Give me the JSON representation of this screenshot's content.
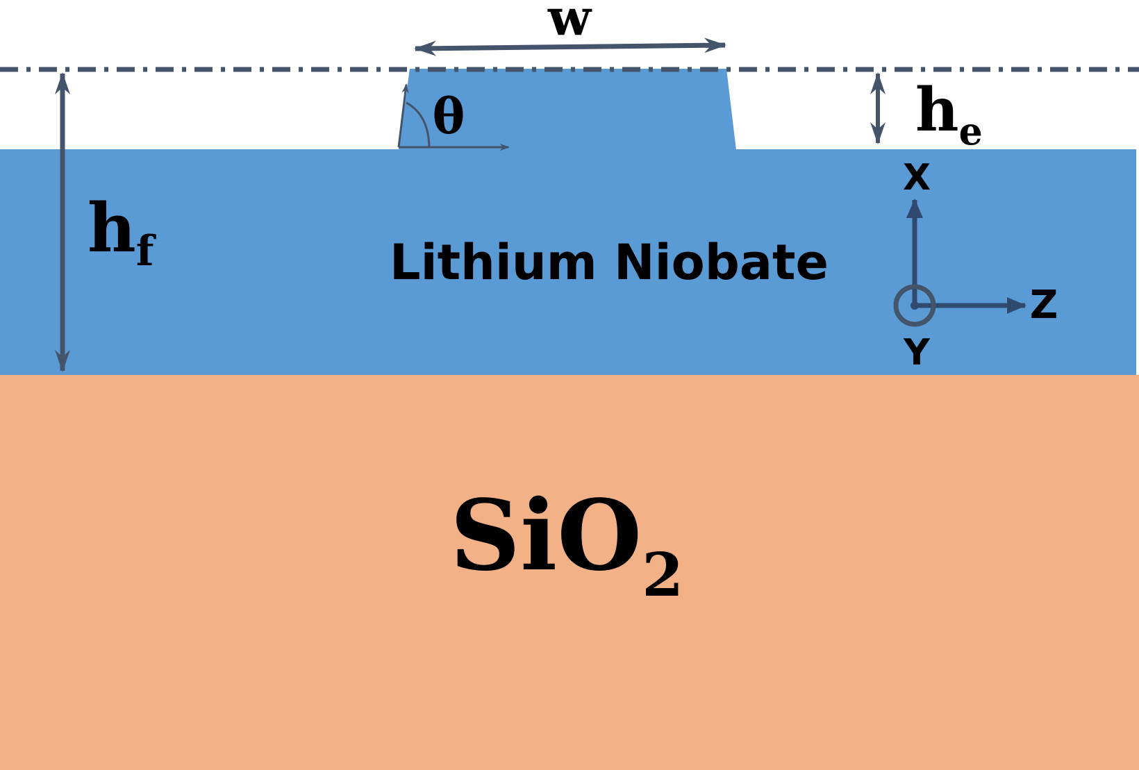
{
  "colors": {
    "substrate": "#f2b187",
    "film": "#5b9bd5",
    "annotation": "#44546a",
    "axes": "#2f4a6e",
    "text": "#000000"
  },
  "layers": {
    "film_label": "Lithium Niobate",
    "substrate_label_main": "SiO",
    "substrate_label_sub": "2"
  },
  "dimensions": {
    "width_label": "w",
    "angle_label": "θ",
    "etch_depth_main": "h",
    "etch_depth_sub": "e",
    "film_thickness_main": "h",
    "film_thickness_sub": "f"
  },
  "axes": {
    "x_label": "X",
    "z_label": "Z",
    "y_label": "Y"
  }
}
